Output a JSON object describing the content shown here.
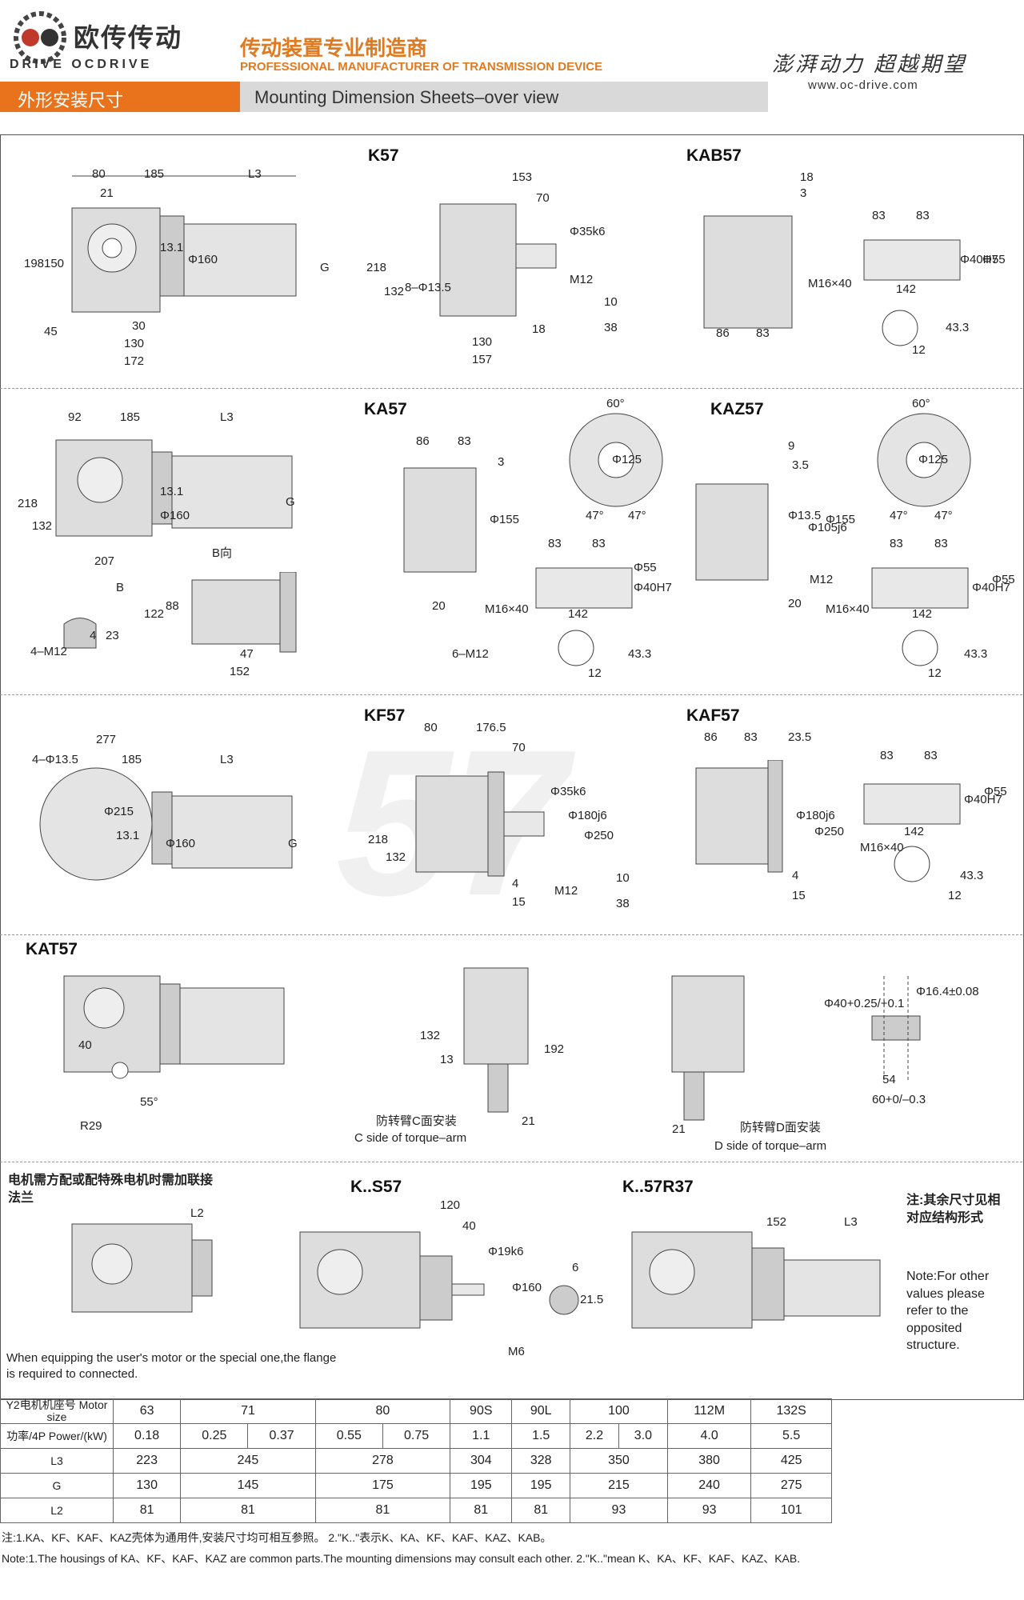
{
  "header": {
    "logo_cn": "欧传传动",
    "logo_en": "DRIVE OCDRIVE",
    "tagline_cn": "传动装置专业制造商",
    "tagline_en": "PROFESSIONAL MANUFACTURER OF TRANSMISSION DEVICE",
    "slogan": "澎湃动力 超越期望",
    "website": "www.oc-drive.com",
    "section_cn": "外形安装尺寸",
    "section_en": "Mounting Dimension Sheets–over view"
  },
  "watermark": "57",
  "sections": {
    "k57": "K57",
    "kab57": "KAB57",
    "ka57": "KA57",
    "kaz57": "KAZ57",
    "kf57": "KF57",
    "kaf57": "KAF57",
    "kat57": "KAT57",
    "ks57": "K..S57",
    "k57r37": "K..57R37",
    "b_view": "B向",
    "b_label": "B"
  },
  "dims": {
    "d80": "80",
    "d185": "185",
    "L3": "L3",
    "d21": "21",
    "d198": "198",
    "d150": "150",
    "d45": "45",
    "d30": "30",
    "d130": "130",
    "d172": "172",
    "d131": "13.1",
    "phi160": "Φ160",
    "G": "G",
    "d153": "153",
    "d70": "70",
    "phi35k6": "Φ35k6",
    "d218": "218",
    "d132": "132",
    "phi135": "8–Φ13.5",
    "M12": "M12",
    "d10": "10",
    "d38": "38",
    "d18": "18",
    "d157": "157",
    "d3": "3",
    "d83": "83",
    "phi55": "Φ55",
    "phi40H7": "Φ40H7",
    "M16x40": "M16×40",
    "d142": "142",
    "d86": "86",
    "d433": "43.3",
    "d12": "12",
    "d92": "92",
    "d207": "207",
    "d155": "Φ155",
    "d60deg": "60°",
    "phi125": "Φ125",
    "d47deg": "47°",
    "d9": "9",
    "d35": "3.5",
    "phi135b": "Φ13.5",
    "phi105j6": "Φ105j6",
    "d20": "20",
    "d122": "122",
    "d88": "88",
    "d47": "47",
    "d152": "152",
    "m12x4": "4–M12",
    "d4": "4",
    "d23": "23",
    "m12x6": "6–M12",
    "d277": "277",
    "phi4x135": "4–Φ13.5",
    "phi215": "Φ215",
    "d1765": "176.5",
    "phi180j6": "Φ180j6",
    "phi250": "Φ250",
    "d15": "15",
    "d235": "23.5",
    "d40": "40",
    "R29": "R29",
    "d55deg": "55°",
    "d13": "13",
    "d192": "192",
    "phi40tol": "Φ40+0.25/+0.1",
    "phi164": "Φ16.4±0.08",
    "d54": "54",
    "d60tol": "60+0/–0.3",
    "L2": "L2",
    "d120": "120",
    "phi19k6": "Φ19k6",
    "d6": "6",
    "d215": "21.5",
    "M6": "M6"
  },
  "captions": {
    "c_side_cn": "防转臂C面安装",
    "c_side_en": "C side of torque–arm",
    "d_side_cn": "防转臂D面安装",
    "d_side_en": "D side of torque–arm",
    "flange_cn": "电机需方配或配特殊电机时需加联接法兰",
    "flange_en": "When equipping the user's motor or the special one,the flange is required to connected.",
    "other_cn": "注:其余尺寸见相对应结构形式",
    "other_en": "Note:For other values please refer to the opposited structure."
  },
  "table": {
    "row_labels": [
      "Y2电机机座号 Motor size",
      "功率/4P Power/(kW)",
      "L3",
      "G",
      "L2"
    ],
    "motor_size": [
      "63",
      "71",
      "80",
      "90S",
      "90L",
      "100",
      "112M",
      "132S"
    ],
    "power": [
      "0.18",
      "0.25",
      "0.37",
      "0.55",
      "0.75",
      "1.1",
      "1.5",
      "2.2",
      "3.0",
      "4.0",
      "5.5"
    ],
    "L3": [
      "223",
      "245",
      "278",
      "304",
      "328",
      "350",
      "380",
      "425"
    ],
    "G": [
      "130",
      "145",
      "175",
      "195",
      "195",
      "215",
      "240",
      "275"
    ],
    "L2": [
      "81",
      "81",
      "81",
      "81",
      "81",
      "93",
      "93",
      "101"
    ]
  },
  "notes": {
    "cn": "注:1.KA、KF、KAF、KAZ壳体为通用件,安装尺寸均可相互参照。 2.\"K..\"表示K、KA、KF、KAF、KAZ、KAB。",
    "en": "Note:1.The housings of KA、KF、KAF、KAZ are common parts.The mounting dimensions may consult each other. 2.\"K..\"mean K、KA、KF、KAF、KAZ、KAB."
  }
}
